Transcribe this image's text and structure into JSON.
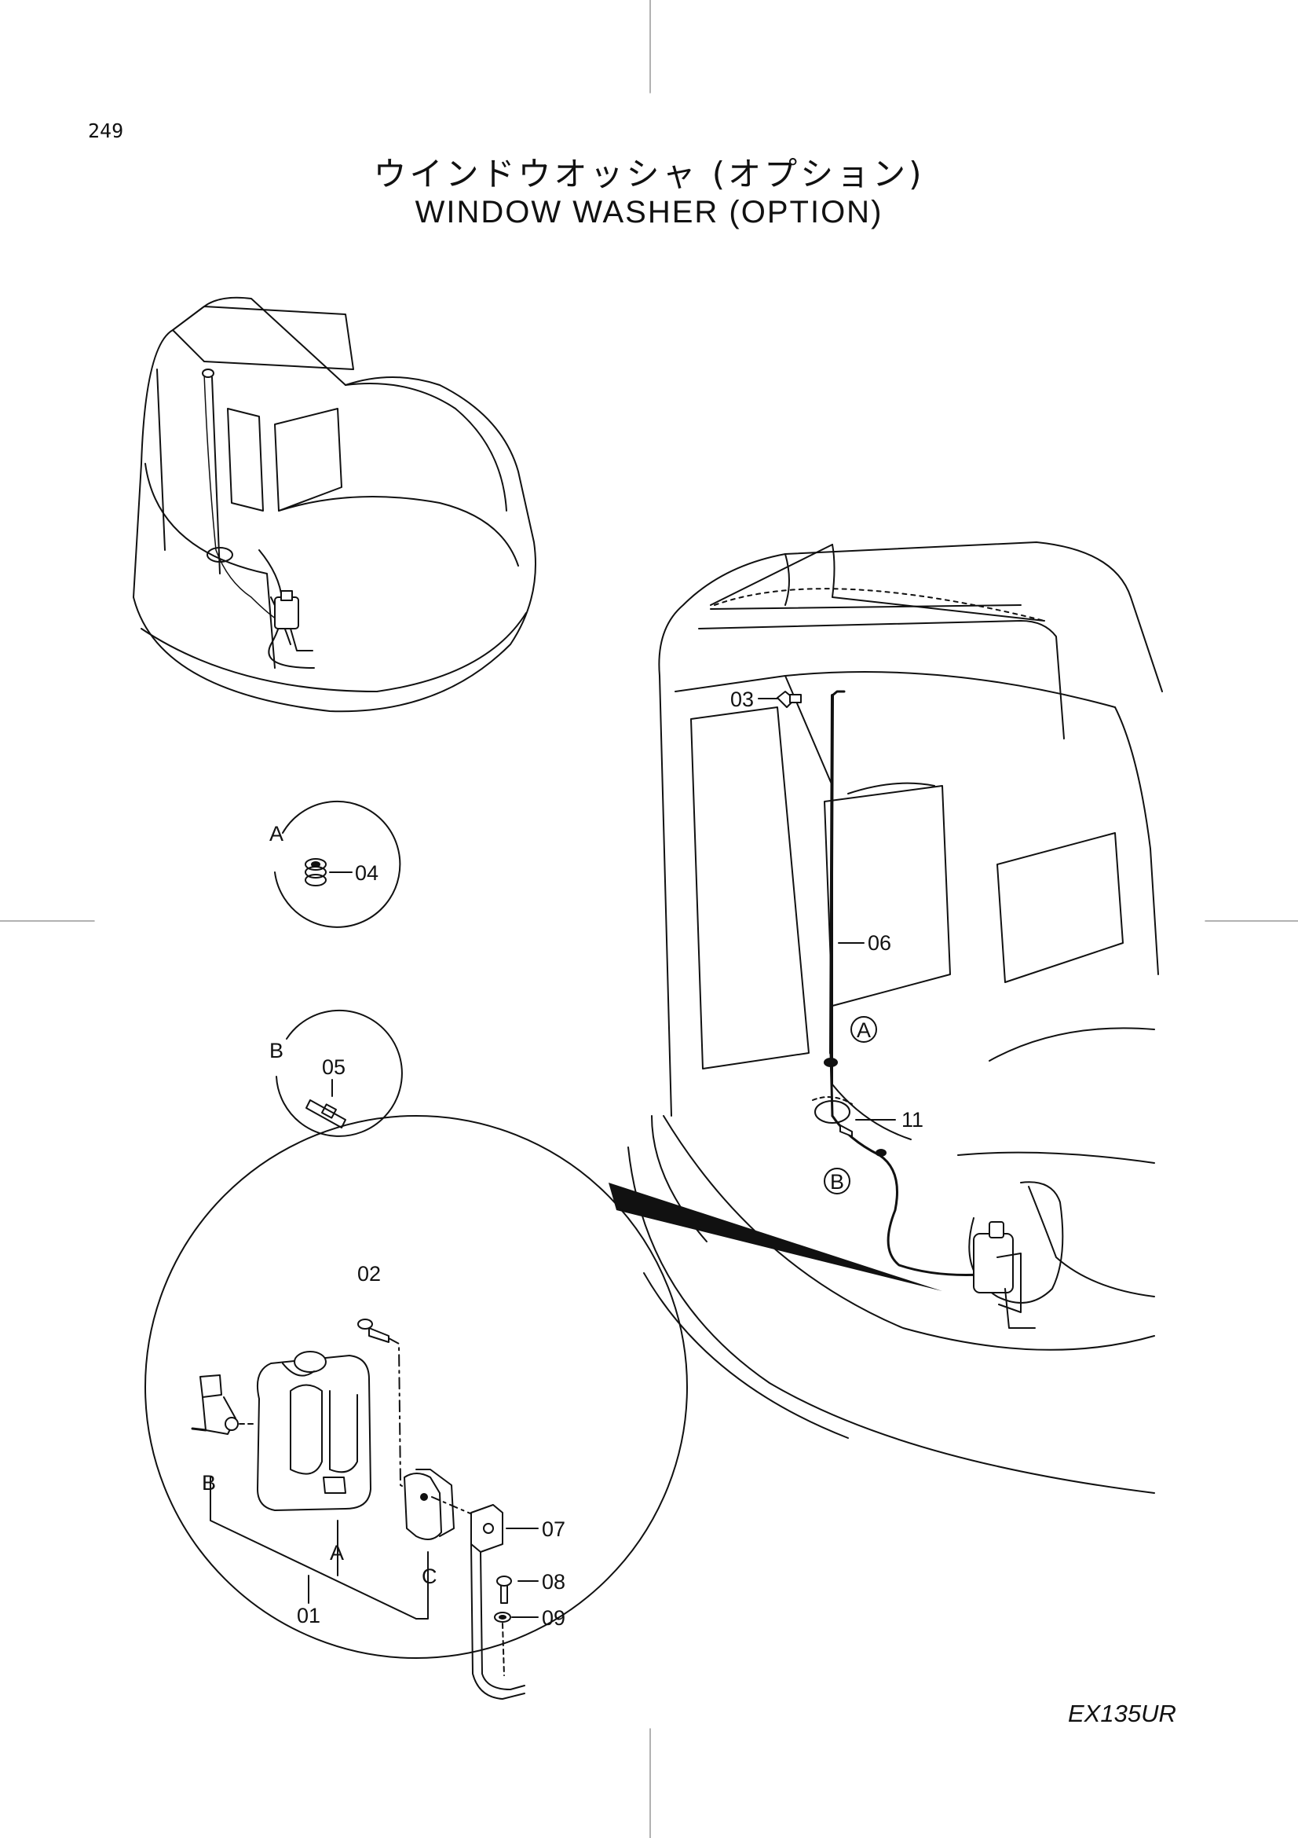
{
  "page": {
    "number": "249",
    "model": "EX135UR"
  },
  "title": {
    "japanese": "ウインドウオッシャ (オプション)",
    "english": "WINDOW WASHER (OPTION)"
  },
  "detail_a": {
    "letter": "A",
    "part": "04"
  },
  "detail_b": {
    "letter": "B",
    "part": "05"
  },
  "callouts": {
    "p01": "01",
    "p02": "02",
    "p03": "03",
    "p06": "06",
    "p07": "07",
    "p08": "08",
    "p09": "09",
    "p11": "11",
    "ref_a": "A",
    "ref_b": "B",
    "tank_a": "A",
    "tank_b": "B",
    "tank_c": "C"
  }
}
